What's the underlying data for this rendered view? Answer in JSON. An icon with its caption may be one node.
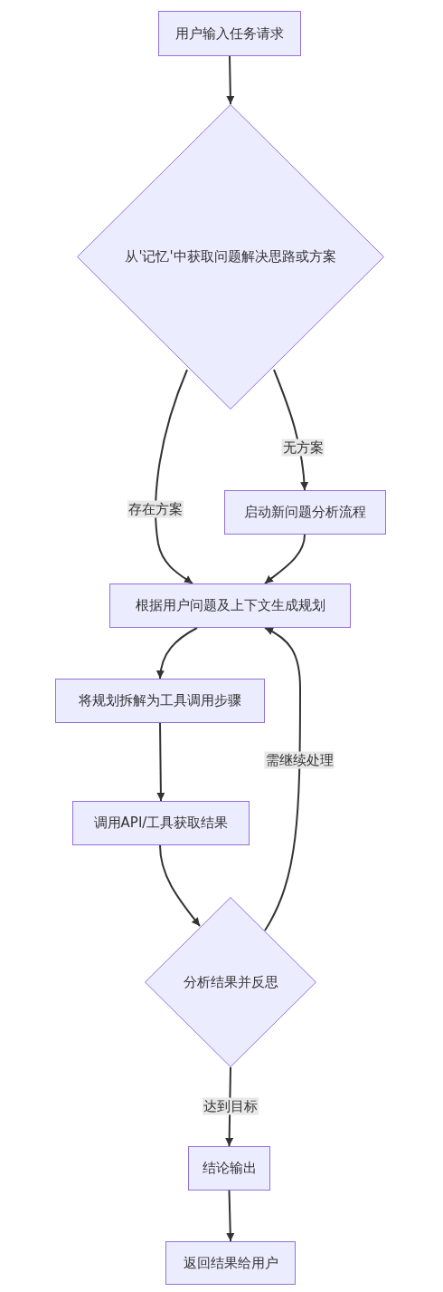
{
  "diagram": {
    "nodes": [
      {
        "text": [
          "用户输入任务请求"
        ]
      },
      {
        "text": [
          "从'记忆'中获取问题解决思路或方案"
        ]
      },
      {
        "text": [
          "启动新问题分析流程"
        ]
      },
      {
        "text": [
          "根据用户问题及上下文生成规划"
        ]
      },
      {
        "text": [
          "将规划拆解为工具调用步骤"
        ]
      },
      {
        "text": [
          "调用API/工具获取结果"
        ]
      },
      {
        "text": [
          "分析结果并反思"
        ]
      },
      {
        "text": [
          "结论输出"
        ]
      },
      {
        "text": [
          "返回结果给用户"
        ]
      }
    ],
    "edges": [
      {
        "from": 0,
        "to": 1,
        "arrow": "to"
      },
      {
        "from": 1,
        "to": 3,
        "arrow": "to",
        "label": "存在方案"
      },
      {
        "from": 1,
        "to": 2,
        "arrow": "to",
        "label": "无方案"
      },
      {
        "from": 2,
        "to": 3,
        "arrow": "to"
      },
      {
        "from": 3,
        "to": 4,
        "arrow": "to"
      },
      {
        "from": 4,
        "to": 5,
        "arrow": "to"
      },
      {
        "from": 5,
        "to": 6,
        "arrow": "to"
      },
      {
        "from": 6,
        "to": 3,
        "arrow": "to",
        "label": "需继续处理"
      },
      {
        "from": 6,
        "to": 7,
        "arrow": "to",
        "label": "达到目标"
      },
      {
        "from": 7,
        "to": 8,
        "arrow": "to"
      }
    ]
  }
}
